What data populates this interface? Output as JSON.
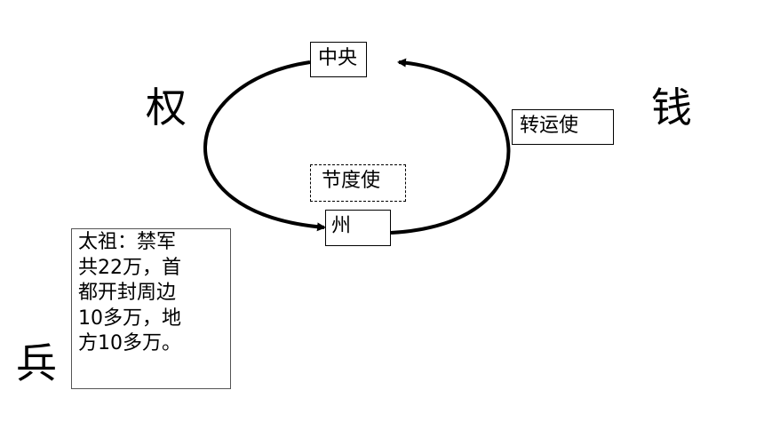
{
  "labels": {
    "quan": "权",
    "qian": "钱",
    "bing": "兵"
  },
  "nodes": {
    "zhongyang": "中央",
    "zhou": "州",
    "zhuanyunshi": "转运使",
    "jiedushi": "节度使"
  },
  "note": {
    "text": "太祖：禁军\n共22万，首\n都开封周边\n10多万，地\n方10多万。"
  },
  "colors": {
    "stroke": "#000000",
    "background": "#ffffff"
  }
}
